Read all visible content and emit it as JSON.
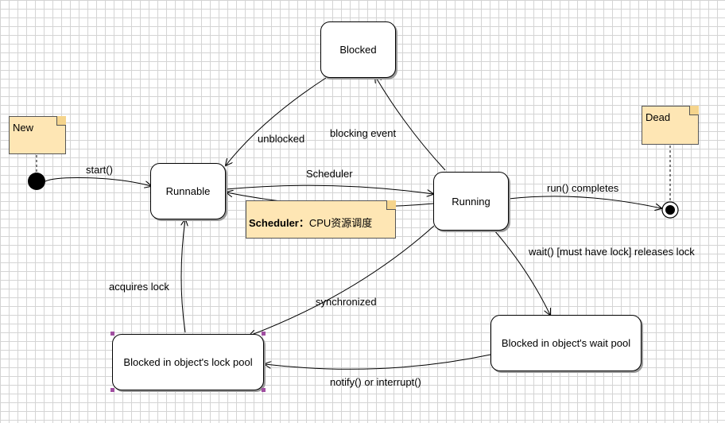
{
  "states": {
    "blocked": "Blocked",
    "runnable": "Runnable",
    "running": "Running",
    "lock_pool": "Blocked in object's lock pool",
    "wait_pool": "Blocked in object's wait pool"
  },
  "notes": {
    "new": "New",
    "dead": "Dead",
    "scheduler_bold": "Scheduler：",
    "scheduler_text": "CPU资源调度"
  },
  "transitions": {
    "start": "start()",
    "unblocked": "unblocked",
    "blocking_event": "blocking event",
    "scheduler": "Scheduler",
    "run_completes": "run() completes",
    "wait": "wait() [must have lock] releases lock",
    "acquires_lock": "acquires lock",
    "synchronized": "synchronized",
    "notify": "notify() or interrupt()"
  },
  "colors": {
    "note_fill": "#fee6b4",
    "selection_handle": "#a14fa1",
    "grid": "#d4d4d4"
  }
}
